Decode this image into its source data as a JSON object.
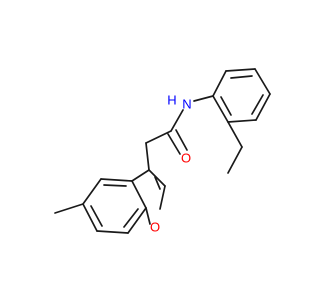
{
  "molecule": {
    "atoms": {
      "N": {
        "text": "N",
        "color": "#0000ff"
      },
      "H": {
        "text": "H",
        "color": "#0000ff"
      },
      "O_carbonyl": {
        "text": "O",
        "color": "#ff0000"
      },
      "O_furan": {
        "text": "O",
        "color": "#ff0000"
      }
    }
  }
}
